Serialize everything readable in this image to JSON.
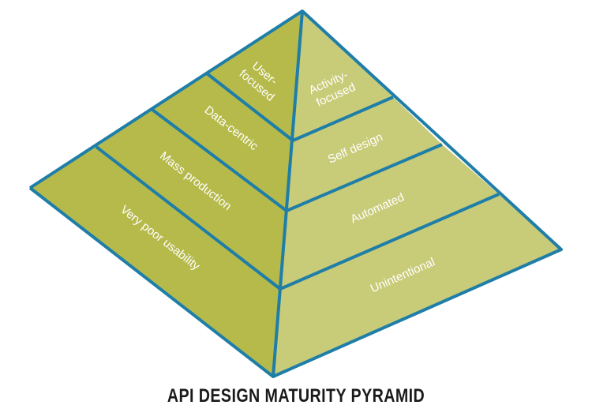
{
  "diagram": {
    "caption": "API DESIGN MATURITY PYRAMID",
    "colors": {
      "left_face": "#b6ba4a",
      "right_face": "#c8cb78",
      "edge": "#1f7ea8",
      "label": "#ffffff"
    },
    "left_levels": [
      {
        "label_lines": [
          "Very poor usability"
        ]
      },
      {
        "label_lines": [
          "Mass production"
        ]
      },
      {
        "label_lines": [
          "Data-centric"
        ]
      },
      {
        "label_lines": [
          "User-",
          "focused"
        ]
      }
    ],
    "right_levels": [
      {
        "label_lines": [
          "Unintentional"
        ]
      },
      {
        "label_lines": [
          "Automated"
        ]
      },
      {
        "label_lines": [
          "Self design"
        ]
      },
      {
        "label_lines": [
          "Activity-",
          "focused"
        ]
      }
    ]
  }
}
